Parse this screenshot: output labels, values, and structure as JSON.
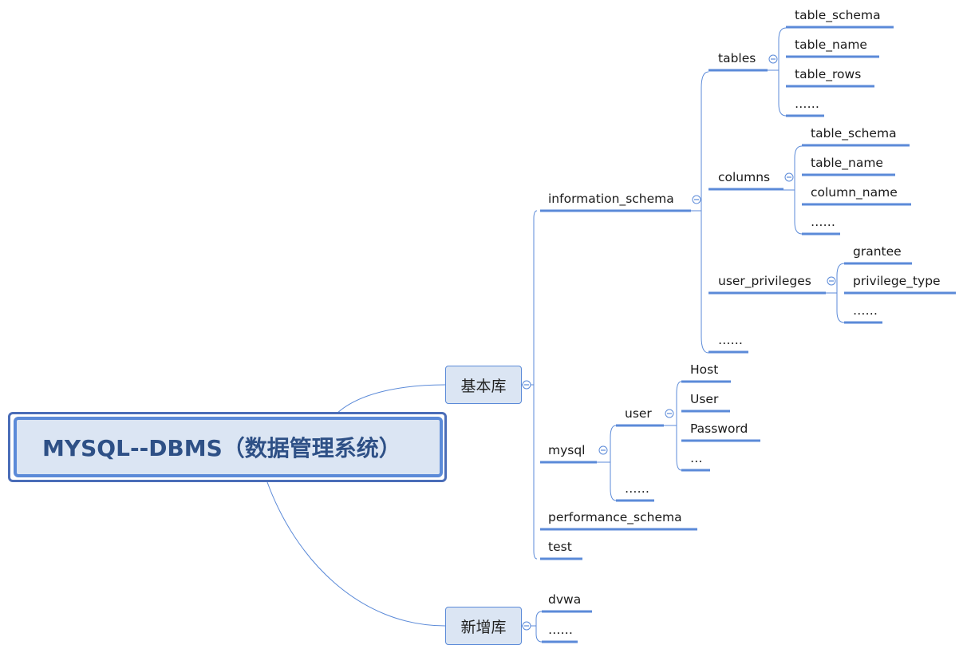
{
  "root": {
    "label": "MYSQL--DBMS（数据管理系统）"
  },
  "main_topics": [
    {
      "id": "basic",
      "label": "基本库"
    },
    {
      "id": "new",
      "label": "新增库"
    }
  ],
  "basic": {
    "information_schema": {
      "label": "information_schema",
      "tables": {
        "label": "tables",
        "children": [
          "table_schema",
          "table_name",
          "table_rows",
          "……"
        ]
      },
      "columns": {
        "label": "columns",
        "children": [
          "table_schema",
          "table_name",
          "column_name",
          "……"
        ]
      },
      "user_privileges": {
        "label": "user_privileges",
        "children": [
          "grantee",
          "privilege_type",
          "……"
        ]
      },
      "more": "……"
    },
    "mysql": {
      "label": "mysql",
      "user": {
        "label": "user",
        "children": [
          "Host",
          "User",
          "Password",
          "…"
        ]
      },
      "more": "……"
    },
    "performance_schema": {
      "label": "performance_schema"
    },
    "test": {
      "label": "test"
    }
  },
  "new": {
    "children": [
      "dvwa",
      "……"
    ]
  }
}
